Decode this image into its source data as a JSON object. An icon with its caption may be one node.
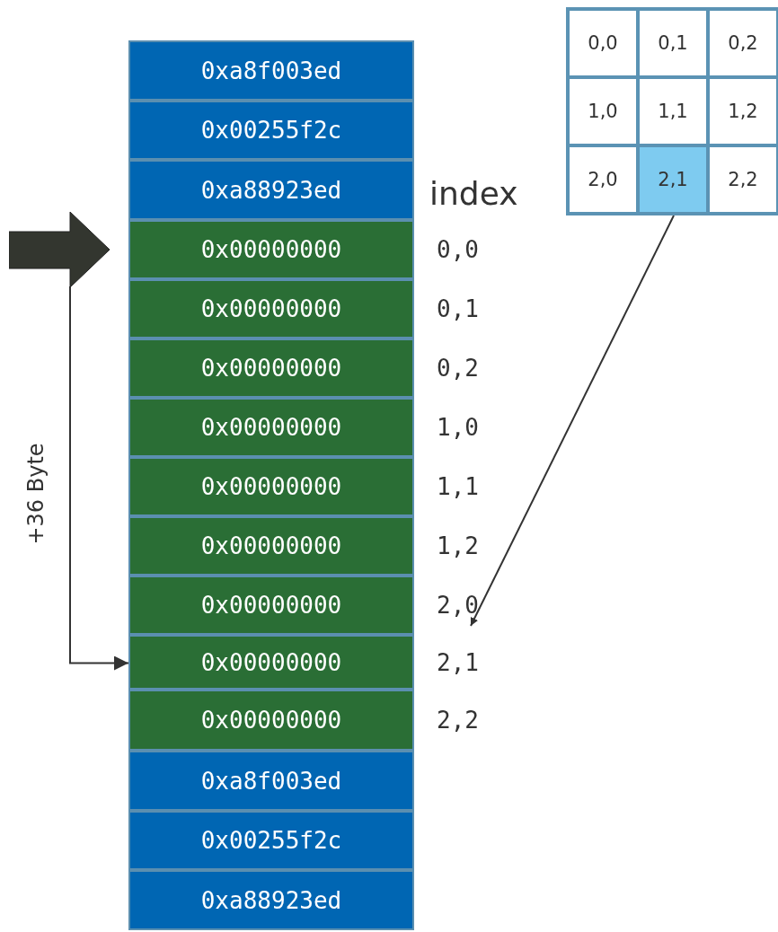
{
  "diagram": {
    "nodes": [
      {
        "text": [
          "0xa8f003ed"
        ]
      },
      {
        "text": [
          "0x00255f2c"
        ]
      },
      {
        "text": [
          "0xa88923ed"
        ]
      },
      {
        "text": [
          "0x00000000"
        ]
      },
      {
        "text": [
          "0x00000000"
        ]
      },
      {
        "text": [
          "0x00000000"
        ]
      },
      {
        "text": [
          "0x00000000"
        ]
      },
      {
        "text": [
          "0x00000000"
        ]
      },
      {
        "text": [
          "0x00000000"
        ]
      },
      {
        "text": [
          "0x00000000"
        ]
      },
      {
        "text": [
          "0x00000000"
        ]
      },
      {
        "text": [
          "0x00000000"
        ]
      },
      {
        "text": [
          "0xa8f003ed"
        ]
      },
      {
        "text": [
          "0x00255f2c"
        ]
      },
      {
        "text": [
          "0xa88923ed"
        ]
      },
      {
        "text": [
          "0,0"
        ]
      },
      {
        "text": [
          "0,1"
        ]
      },
      {
        "text": [
          "0,2"
        ]
      },
      {
        "text": [
          "1,0"
        ]
      },
      {
        "text": [
          "1,1"
        ]
      },
      {
        "text": [
          "1,2"
        ]
      },
      {
        "text": [
          "2,0"
        ]
      },
      {
        "text": [
          "2,1"
        ]
      },
      {
        "text": [
          "2,2"
        ]
      },
      {
        "text": [
          "0,0"
        ]
      },
      {
        "text": [
          "0,1"
        ]
      },
      {
        "text": [
          "0,2"
        ]
      },
      {
        "text": [
          "1,0"
        ]
      },
      {
        "text": [
          "1,1"
        ]
      },
      {
        "text": [
          "1,2"
        ]
      },
      {
        "text": [
          "2,0"
        ]
      },
      {
        "text": [
          "2,1"
        ]
      },
      {
        "text": [
          "2,2"
        ]
      },
      {
        "text": [],
        "shape": "arrow"
      }
    ],
    "edges": [
      {
        "from": 31,
        "to": 21,
        "arrow": "to"
      },
      {
        "from": 33,
        "to": 10,
        "arrow": "to",
        "label": "+36 Byte"
      }
    ],
    "labels": [
      "index"
    ]
  }
}
